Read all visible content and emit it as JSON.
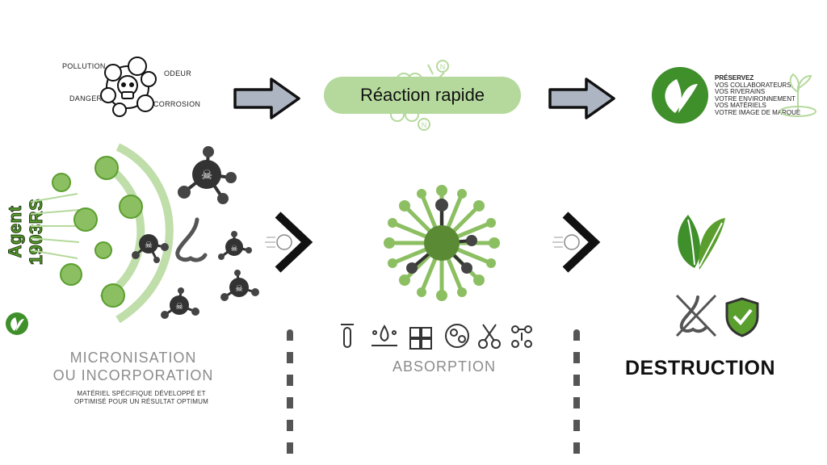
{
  "top": {
    "labels": [
      "POLLUTION",
      "ODEUR",
      "DANGER",
      "CORROSION"
    ],
    "pill": "Réaction rapide",
    "preserve_title": "PRÉSERVEZ",
    "preserve_items": [
      "VOS COLLABORATEURS,",
      "VOS RIVERAINS",
      "VOTRE ENVIRONNEMENT",
      "VOS MATÉRIELS",
      "VOTRE IMAGE DE MARQUE"
    ]
  },
  "left": {
    "vertical_brand": "Agent 1903RS",
    "title_line1": "MICRONISATION",
    "title_line2": "OU INCORPORATION",
    "footnote_line1": "MATÉRIEL SPÉCIFIQUE DÉVELOPPÉ ET",
    "footnote_line2": "OPTIMISÉ POUR UN RÉSULTAT OPTIMUM"
  },
  "middle": {
    "title": "ABSORPTION"
  },
  "right": {
    "title": "DESTRUCTION"
  },
  "colors": {
    "green_light": "#b5d99c",
    "green_dark": "#3f8f2a",
    "molecule": "#5b8a35",
    "grey_text": "#8c8c8c"
  },
  "icons": [
    "spray-cloud-icon",
    "skull-icon",
    "toxic-molecule-icon",
    "nose-icon",
    "leaf-badge-icon",
    "timer-icon",
    "test-tube-icon",
    "drops-icon",
    "puzzle-icon",
    "cell-icon",
    "scissors-icon",
    "molecule-split-icon",
    "no-smell-icon",
    "shield-check-icon"
  ]
}
